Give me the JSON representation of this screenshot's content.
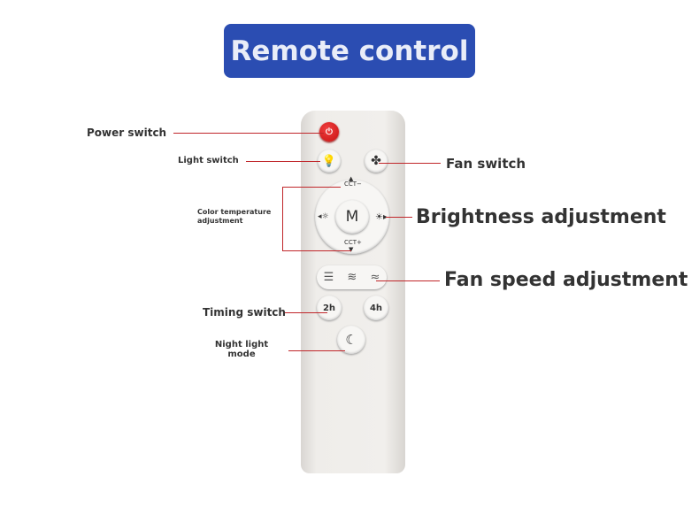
{
  "title": "Remote control",
  "labels": {
    "power": "Power switch",
    "light": "Light switch",
    "fan": "Fan switch",
    "color_temp": "Color temperature adjustment",
    "brightness": "Brightness adjustment",
    "fan_speed": "Fan speed adjustment",
    "timing": "Timing switch",
    "night": "Night light mode"
  },
  "remote": {
    "cct_minus": "CCT−",
    "cct_plus": "CCT+",
    "mode": "M",
    "timer_2h": "2h",
    "timer_4h": "4h"
  },
  "colors": {
    "banner": "#2b4db2",
    "leader": "#c0262a",
    "power": "#d01818"
  }
}
